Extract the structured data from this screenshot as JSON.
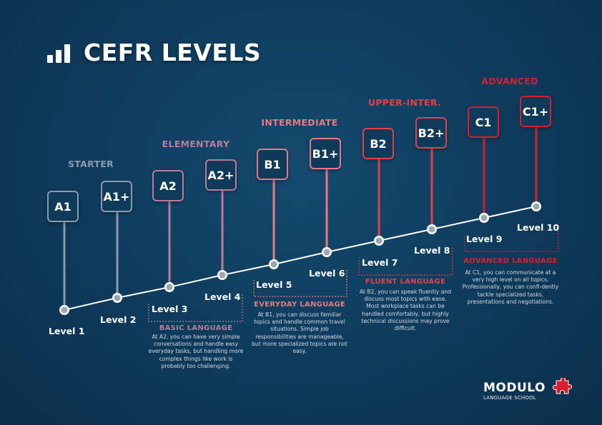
{
  "title": "CEFR LEVELS",
  "title_icon": "bar-chart-icon",
  "colors": {
    "starter": "#8a9bad",
    "elementary": "#b97c9c",
    "intermediate": "#e57a84",
    "upper": "#e2404c",
    "advanced": "#d5202f",
    "background": "#0f3a5b"
  },
  "categories": [
    {
      "label": "STARTER",
      "color": "starter"
    },
    {
      "label": "ELEMENTARY",
      "color": "elementary"
    },
    {
      "label": "INTERMEDIATE",
      "color": "intermediate"
    },
    {
      "label": "UPPER-INTER.",
      "color": "upper"
    },
    {
      "label": "ADVANCED",
      "color": "advanced"
    }
  ],
  "levels": [
    {
      "code": "A1",
      "label": "Level 1",
      "color": "starter"
    },
    {
      "code": "A1+",
      "label": "Level 2",
      "color": "starter"
    },
    {
      "code": "A2",
      "label": "Level 3",
      "color": "elementary"
    },
    {
      "code": "A2+",
      "label": "Level 4",
      "color": "elementary"
    },
    {
      "code": "B1",
      "label": "Level 5",
      "color": "intermediate"
    },
    {
      "code": "B1+",
      "label": "Level 6",
      "color": "intermediate"
    },
    {
      "code": "B2",
      "label": "Level 7",
      "color": "upper"
    },
    {
      "code": "B2+",
      "label": "Level 8",
      "color": "upper"
    },
    {
      "code": "C1",
      "label": "Level 9",
      "color": "advanced"
    },
    {
      "code": "C1+",
      "label": "Level 10",
      "color": "advanced"
    }
  ],
  "descriptions": [
    {
      "title": "BASIC LANGUAGE",
      "color": "elementary",
      "text": "At A2, you can have very simple conversations and handle easy everyday tasks, but handling more complex things like work is probably too challenging."
    },
    {
      "title": "EVERYDAY LANGUAGE",
      "color": "intermediate",
      "text": "At B1, you can discuss familiar topics and handle common travel situations. Simple job responsibilities are manageable, but more specialized topics are not easy."
    },
    {
      "title": "FLUENT LANGUAGE",
      "color": "upper",
      "text": "At B2, you can speak fluently and discuss most topics with ease. Most workplace tasks can be handled comfortably, but highly technical discussions may prove difficult."
    },
    {
      "title": "ADVANCED LANGUAGE",
      "color": "advanced",
      "text": "At C1, you can communicate at a very high level on all topics. Professionally, you can confi-dently tackle specialized tasks, presentations and negotiations."
    }
  ],
  "logo": {
    "name": "MODULO",
    "subtitle": "LANGUAGE SCHOOL",
    "icon": "puzzle-piece-icon"
  }
}
